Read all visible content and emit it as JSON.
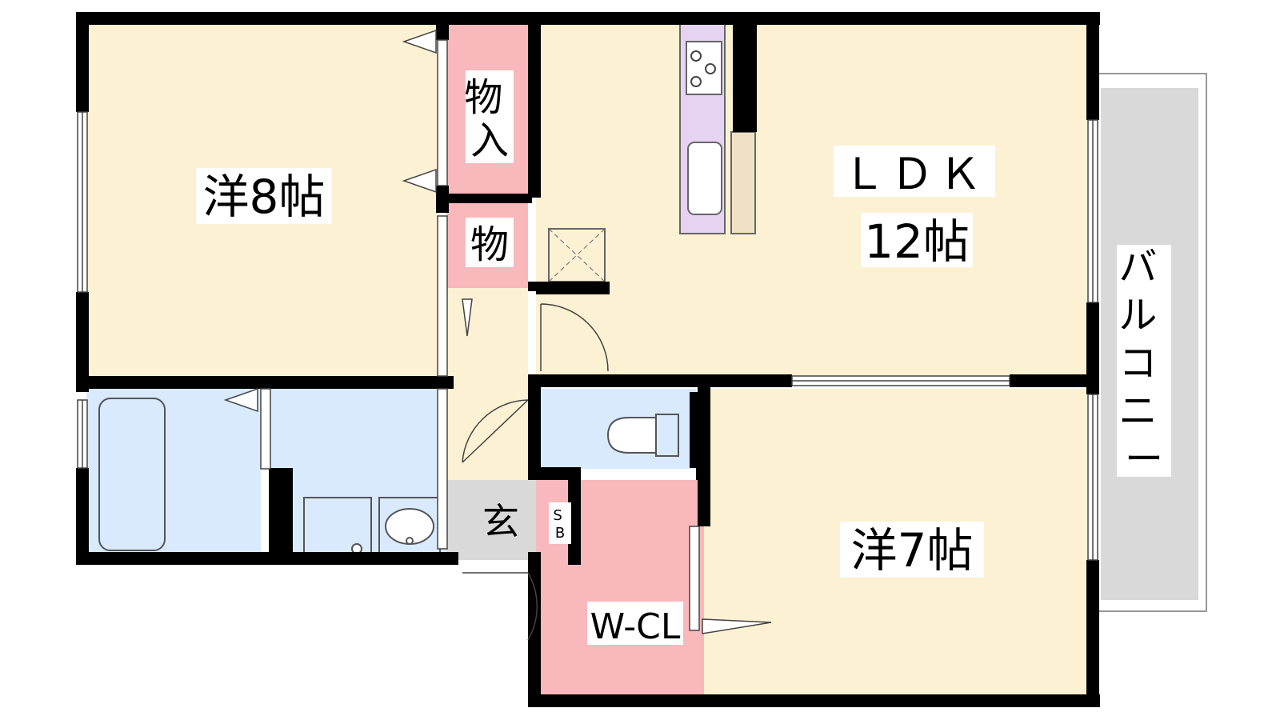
{
  "labels": {
    "bedroom_8": "洋8帖",
    "storage_upper": "物入",
    "storage_small": "物",
    "ldk_title": "ＬＤＫ",
    "ldk_size": "12帖",
    "balcony": "バルコニー",
    "entrance": "玄",
    "shoe_box": "SB",
    "walk_in_closet": "W-CL",
    "bedroom_7": "洋7帖"
  },
  "colors": {
    "living_floor": "#fdf1d3",
    "wet_area": "#d9eaff",
    "closet": "#f9b8bc",
    "entrance_floor": "#d9d9d9",
    "balcony_floor": "#d9d9d9",
    "kitchen_counter": "#e6d3f2",
    "wall": "#000000"
  }
}
